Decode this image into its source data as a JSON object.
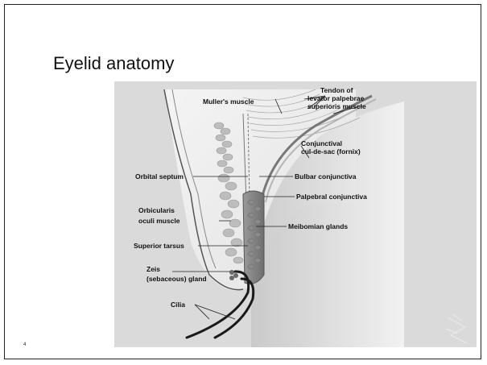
{
  "slide": {
    "title": "Eyelid anatomy",
    "page_number": "4"
  },
  "figure": {
    "labels": {
      "muller": "Muller's muscle",
      "tendon_1": "Tendon of",
      "tendon_2": "levator palpebrae",
      "tendon_3": "superioris muscle",
      "conj_1": "Conjunctival",
      "conj_2": "cul-de-sac (fornix)",
      "orbital_septum": "Orbital septum",
      "bulbar": "Bulbar conjunctiva",
      "palpebral": "Palpebral conjunctiva",
      "orbicularis_1": "Orbicularis",
      "orbicularis_2": "oculi muscle",
      "meibomian": "Meibomian glands",
      "superior_tarsus": "Superior tarsus",
      "zeis_1": "Zeis",
      "zeis_2": "(sebaceous) gland",
      "cilia": "Cilia"
    }
  }
}
